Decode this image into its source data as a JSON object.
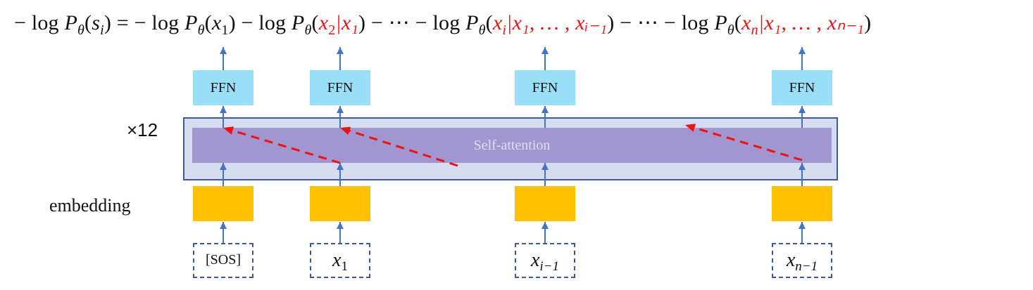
{
  "formula": {
    "lhs": {
      "prefix": "− log ",
      "P": "P",
      "theta": "θ",
      "open": "(",
      "var": "s",
      "sub": "i",
      "close": ")"
    },
    "equals": " = ",
    "terms": [
      {
        "op": "− log ",
        "P": "P",
        "theta": "θ",
        "arg_var": "x",
        "arg_sub": "1",
        "given": "",
        "dots_after": false
      },
      {
        "op": " − log ",
        "P": "P",
        "theta": "θ",
        "arg_var": "x",
        "arg_sub": "2",
        "given": "|x₁",
        "dots_after": true
      },
      {
        "op": " − log ",
        "P": "P",
        "theta": "θ",
        "arg_var": "x",
        "arg_sub": "i",
        "given": "|x₁, … , xᵢ₋₁",
        "dots_after": true
      },
      {
        "op": " − log ",
        "P": "P",
        "theta": "θ",
        "arg_var": "x",
        "arg_sub": "n",
        "given": "|x₁, … , xₙ₋₁",
        "dots_after": false
      }
    ],
    "ellipsis": " − ⋯",
    "highlight_color": "#ee1111"
  },
  "labels": {
    "repeat": "×12",
    "embedding": "embedding",
    "self_attention": "Self-attention"
  },
  "columns": [
    {
      "ffn": "FFN",
      "input": "[SOS]",
      "input_is_math": false
    },
    {
      "ffn": "FFN",
      "input_var": "x",
      "input_sub": "1",
      "input_is_math": true
    },
    {
      "ffn": "FFN",
      "input_var": "x",
      "input_sub": "i−1",
      "input_is_math": true
    },
    {
      "ffn": "FFN",
      "input_var": "x",
      "input_sub": "n−1",
      "input_is_math": true
    }
  ],
  "colors": {
    "ffn": "#99dff8",
    "embedding": "#ffc000",
    "self_attention": "#a196cf",
    "layer_block": "#d5dcf0",
    "block_border": "#3c5a94",
    "arrow": "#4472c4",
    "attention_arrow": "#ee1111"
  }
}
